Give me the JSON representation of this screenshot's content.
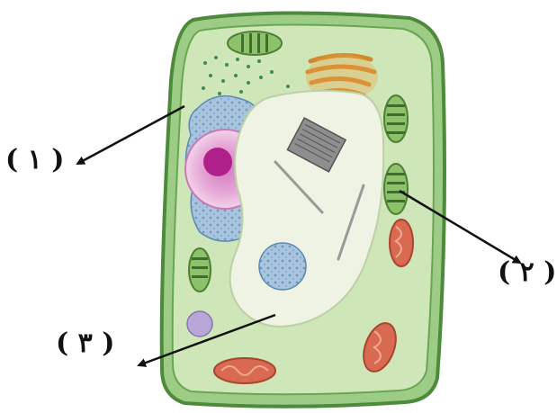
{
  "labels": {
    "one": "( ١ )",
    "two": "( ٢ )",
    "three": "( ٣ )"
  },
  "colors": {
    "cell_wall": "#9ccc86",
    "cytoplasm": "#cfe6b8",
    "vacuole": "#eef3e4",
    "nucleus": "#e6a6d6",
    "nucleolus": "#b0208a",
    "chloroplast": "#8dc16a",
    "mitochondria": "#d96a52",
    "golgi": "#e9a247",
    "ribosome_dots": "#3a8a5a",
    "arrow": "#111111"
  }
}
